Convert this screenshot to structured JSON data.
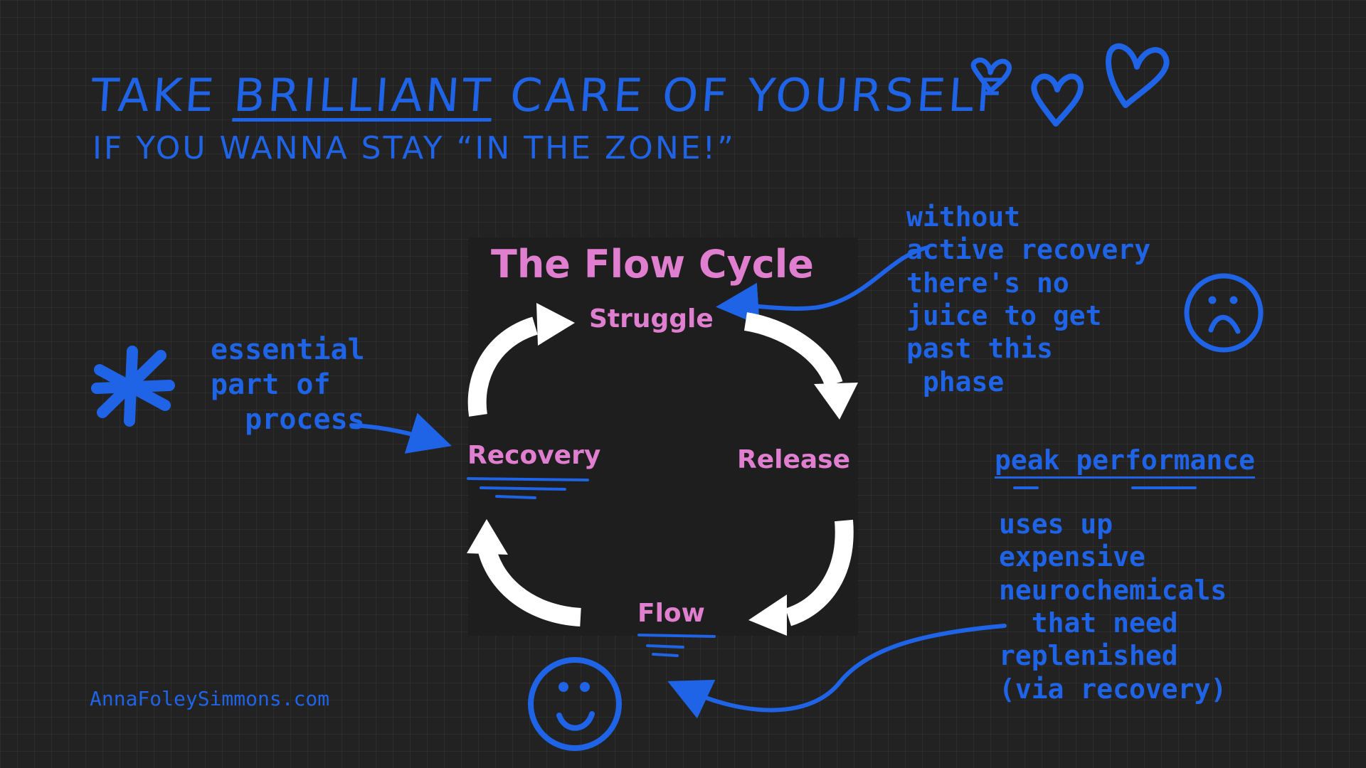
{
  "header": {
    "line1_pre": "TAKE ",
    "line1_emph": "BRILLIANT",
    "line1_post": " CARE OF YOURSELF",
    "line2": "IF YOU WANNA STAY “IN THE ZONE!”"
  },
  "cycle": {
    "title": "The Flow Cycle",
    "stages": {
      "struggle": "Struggle",
      "release": "Release",
      "flow": "Flow",
      "recovery": "Recovery"
    }
  },
  "notes": {
    "essential": "essential\npart of\n  process",
    "without": "without\nactive recovery\nthere's no\njuice to get\npast this\n phase",
    "peak_title": "peak performance",
    "uses": "uses up\nexpensive\nneurochemicals\n  that need\nreplenished\n(via recovery)"
  },
  "footer": {
    "site": "AnnaFoleySimmons.com"
  },
  "colors": {
    "ink": "#1f63e6",
    "pink": "#e07fcf",
    "background": "#222222",
    "panel": "#1e1e1e",
    "arrows": "#ffffff"
  },
  "icons": [
    "heart-icon",
    "asterisk-icon",
    "sad-face-icon",
    "smiley-face-icon",
    "cycle-arrow-icon",
    "pointer-arrow-icon"
  ]
}
